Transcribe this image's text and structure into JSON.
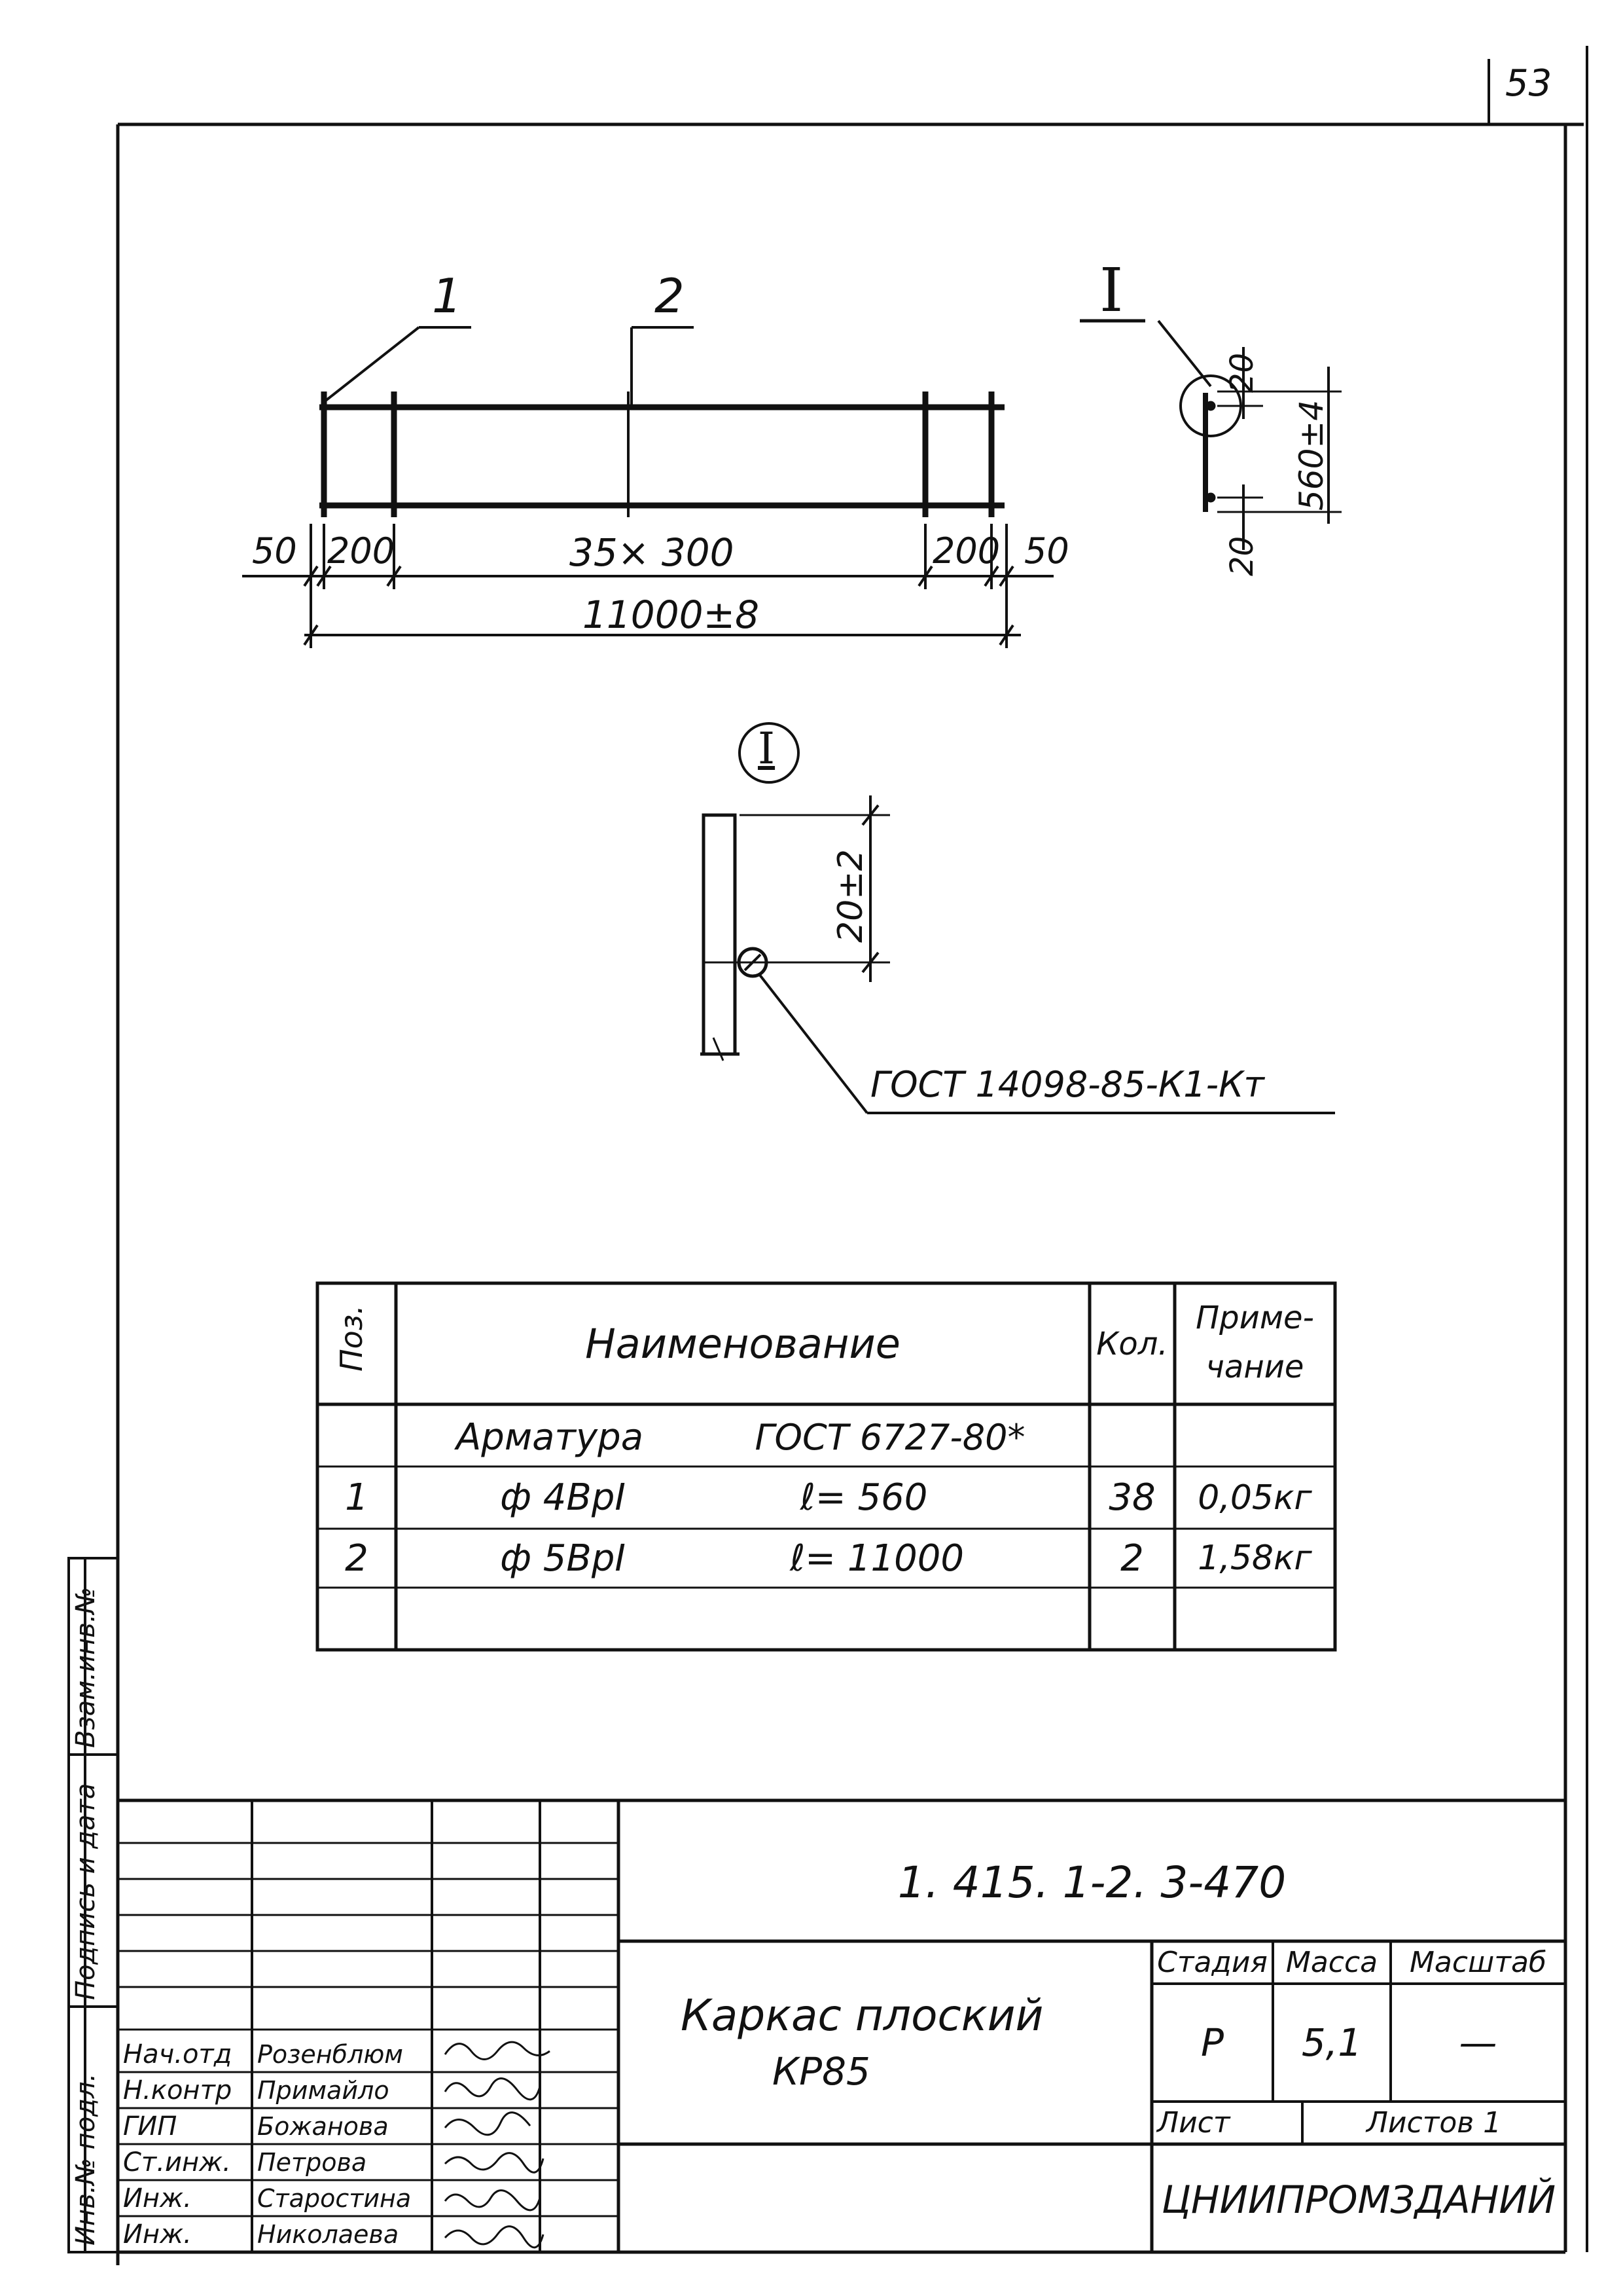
{
  "page_number": "53",
  "drawing": {
    "leader_1": "1",
    "leader_2": "2",
    "section_mark": "I",
    "dims_bottom": {
      "d50_left": "50",
      "d200_left": "200",
      "d35x300": "35× 300",
      "d200_right": "200",
      "d50_right": "50",
      "overall": "11000±8"
    },
    "section_dims": {
      "top": "20",
      "height": "560±4",
      "bottom": "20"
    },
    "detail_mark": "I",
    "detail_dim": "20±2",
    "weld_ref": "ГОСТ 14098-85-К1-Кт"
  },
  "spec_table": {
    "headers": {
      "pos": "Поз.",
      "name": "Наименование",
      "qty": "Кол.",
      "note_l1": "Приме-",
      "note_l2": "чание"
    },
    "group_row": {
      "name": "Арматура",
      "gost": "ГОСТ 6727-80*"
    },
    "rows": [
      {
        "pos": "1",
        "size": "ф 4ВрI",
        "length": "ℓ= 560",
        "qty": "38",
        "note": "0,05кг"
      },
      {
        "pos": "2",
        "size": "ф 5ВрI",
        "length": "ℓ= 11000",
        "qty": "2",
        "note": "1,58кг"
      }
    ]
  },
  "title_block": {
    "doc_code": "1. 415. 1-2. 3-470",
    "title_l1": "Каркас плоский",
    "title_l2": "КР85",
    "stage_label": "Стадия",
    "mass_label": "Масса",
    "scale_label": "Масштаб",
    "stage_value": "Р",
    "mass_value": "5,1",
    "scale_value": "—",
    "sheet_label": "Лист",
    "sheets_label": "Листов 1",
    "organization": "ЦНИИПРОМЗДАНИЙ",
    "roles": [
      "Нач.отд",
      "Н.контр",
      "ГИП",
      "Ст.инж.",
      "Инж.",
      "Инж."
    ],
    "names": [
      "Розенблюм",
      "Примайло",
      "Божанова",
      "Петрова",
      "Старостина",
      "Николаева"
    ]
  },
  "side_stamp": {
    "f1": "Инв.№ подл.",
    "f2": "Подпись и дата",
    "f3": "Взам.инв.№"
  }
}
